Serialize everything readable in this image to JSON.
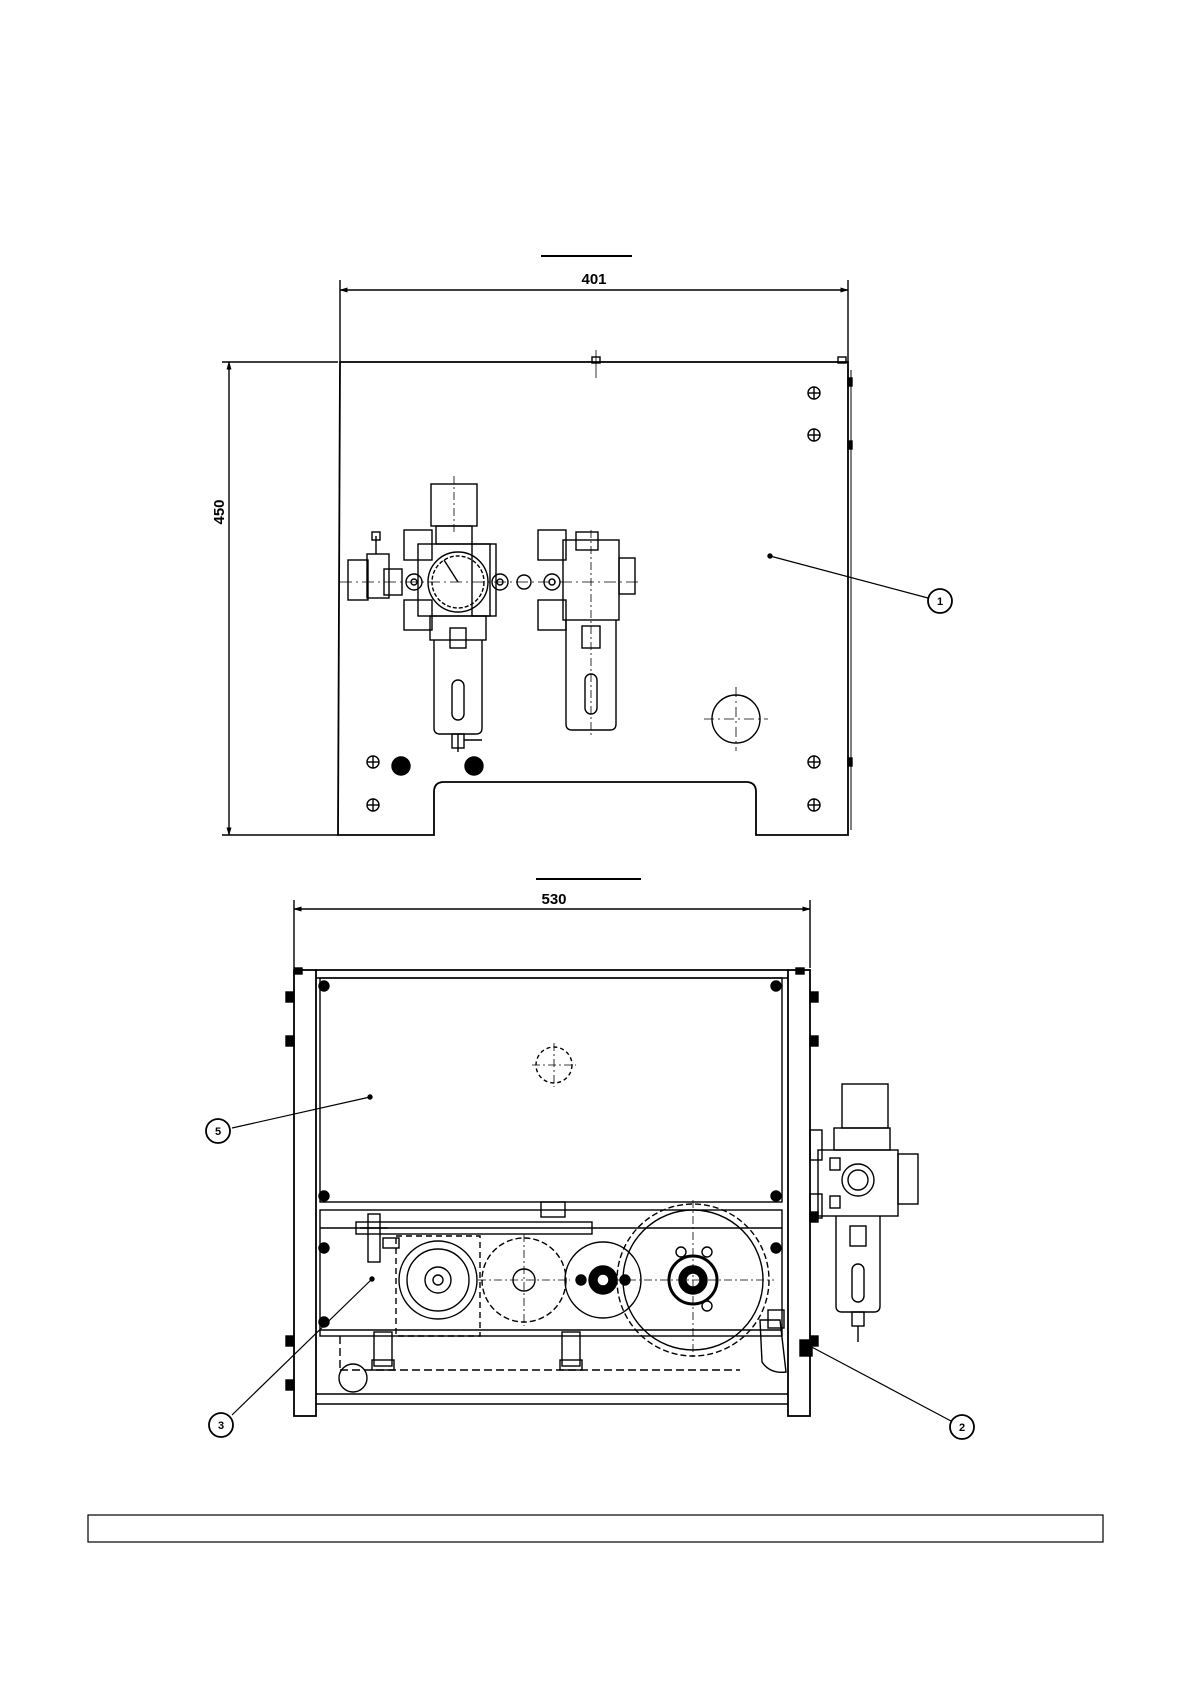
{
  "top_view": {
    "width_dimension": "401",
    "height_dimension": "450"
  },
  "front_view": {
    "width_dimension": "530"
  },
  "callouts": [
    {
      "number": "1"
    },
    {
      "number": "5"
    },
    {
      "number": "3"
    },
    {
      "number": "2"
    }
  ],
  "caption_box": {
    "text": ""
  }
}
